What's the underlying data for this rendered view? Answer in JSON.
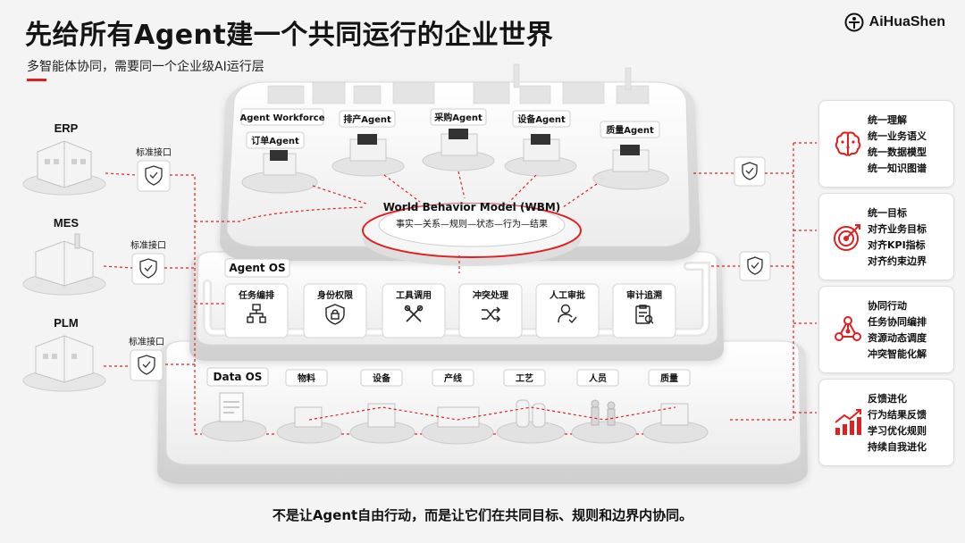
{
  "header": {
    "title": "先给所有Agent建一个共同运行的企业世界",
    "subtitle": "多智能体协同，需要同一个企业级AI运行层",
    "brand": "AiHuaShen"
  },
  "left_systems": [
    {
      "name": "ERP",
      "interface": "标准接口"
    },
    {
      "name": "MES",
      "interface": "标准接口"
    },
    {
      "name": "PLM",
      "interface": "标准接口"
    }
  ],
  "agent_layer": {
    "workforce_label": "Agent Workforce",
    "agents": [
      "订单Agent",
      "排产Agent",
      "采购Agent",
      "设备Agent",
      "质量Agent"
    ],
    "wbm_title": "World Behavior Model (WBM)",
    "wbm_subtitle": "事实—关系—规则—状态—行为—结果"
  },
  "agent_os": {
    "label": "Agent OS",
    "modules": [
      {
        "label": "任务编排",
        "icon": "org-chart-icon"
      },
      {
        "label": "身份权限",
        "icon": "lock-shield-icon"
      },
      {
        "label": "工具调用",
        "icon": "tools-icon"
      },
      {
        "label": "冲突处理",
        "icon": "shuffle-icon"
      },
      {
        "label": "人工审批",
        "icon": "user-check-icon"
      },
      {
        "label": "审计追溯",
        "icon": "audit-clipboard-icon"
      }
    ]
  },
  "data_os": {
    "label": "Data OS",
    "items": [
      "物料",
      "设备",
      "产线",
      "工艺",
      "人员",
      "质量"
    ]
  },
  "right_panels": [
    {
      "icon": "brain-icon",
      "lines": [
        "统一理解",
        "统一业务语义",
        "统一数据模型",
        "统一知识图谱"
      ]
    },
    {
      "icon": "target-icon",
      "lines": [
        "统一目标",
        "对齐业务目标",
        "对齐KPI指标",
        "对齐约束边界"
      ]
    },
    {
      "icon": "network-icon",
      "lines": [
        "协同行动",
        "任务协同编排",
        "资源动态调度",
        "冲突智能化解"
      ]
    },
    {
      "icon": "growth-chart-icon",
      "lines": [
        "反馈进化",
        "行为结果反馈",
        "学习优化规则",
        "持续自我进化"
      ]
    }
  ],
  "footer": "不是让Agent自由行动，而是让它们在共同目标、规则和边界内协同。",
  "colors": {
    "accent": "#e02020",
    "platform": "#ffffff",
    "edge": "#d6d6d6"
  }
}
